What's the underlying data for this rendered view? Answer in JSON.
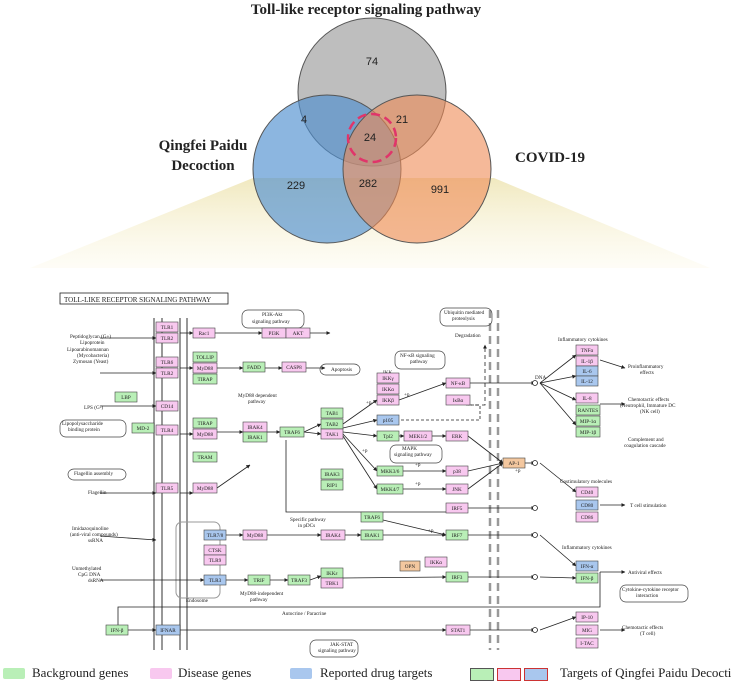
{
  "venn": {
    "title": "Toll-like receptor signaling pathway",
    "set_left": "Qingfei Paidu Decoction",
    "set_left_line1": "Qingfei Paidu",
    "set_left_line2": "Decoction",
    "set_right": "COVID-19",
    "set_top": "Toll-like receptor signaling pathway",
    "regions": {
      "top_only": "74",
      "left_only": "229",
      "right_only": "991",
      "top_left": "4",
      "top_right": "21",
      "left_right": "282",
      "all_three": "24"
    },
    "colors": {
      "top": "#a8a8a8",
      "left": "#4f8fcf",
      "right": "#ef8a55",
      "highlight": "#e0356a"
    }
  },
  "pathway": {
    "title": "TOLL-LIKE RECEPTOR SIGNALING PATHWAY",
    "texts": {
      "pg": "Peptidoglycan (G+)",
      "lipo": "Lipoprotein",
      "lam": "Lipoarabinomannan",
      "myco": "(Mycobacteria)",
      "zym": "Zymosan (Yeast)",
      "lps": "LPS (G-)",
      "lipo_bind": "Lipopolysaccharide",
      "lipo_bind2": "binding protein",
      "flag_asm": "Flagellin assembly",
      "flagellin": "Flagellin",
      "imid": "Imidazoquinoline",
      "antiviral": "(anti-viral compounds)",
      "ssrna": "ssRNA",
      "unmeth": "Unmethylated",
      "cpg": "CpG DNA",
      "dsrna": "dsRNA",
      "endosome": "Endosome",
      "pi3k_path": "PI3K-Akt",
      "pi3k_path2": "signaling pathway",
      "apoptosis": "Apoptosis",
      "myd_dep": "MyD88 dependent",
      "myd_dep2": "pathway",
      "nfkb_path": "NF-κB signaling",
      "nfkb_path2": "pathway",
      "mapk_path": "MAPK",
      "mapk_path2": "signaling pathway",
      "ubq": "Ubiquitin mediated",
      "ubq2": "proteolysis",
      "degradation": "Degradation",
      "dna": "DNA",
      "specific": "Specific pathway",
      "specific2": "in pDCs",
      "myd_indep": "MyD88-independent",
      "myd_indep2": "pathway",
      "auto": "Autocrine / Paracrine",
      "jak": "JAK-STAT",
      "jak2": "signaling pathway",
      "infl1": "Inflammatory cytokines",
      "proinfl": "Proinflammatory",
      "proinfl2": "effects",
      "chemo": "Chemotactic effects",
      "chemo2": "(Neutrophil, Immature DC",
      "chemo3": "(NK cell)",
      "compl": "Complement and",
      "compl2": "coagulation cascade",
      "costim": "Costimulatory molecules",
      "tcell": "T cell stimulation",
      "infl2": "Inflammatory cytokines",
      "antiviral_eff": "Antiviral effects",
      "cyto_rec": "Cytokine-cytokine receptor",
      "cyto_rec2": "interaction",
      "chemo_t": "Chemotactic effects",
      "chemo_t2": "(T cell)",
      "ikk": "IKK",
      "plus_p": "+p"
    },
    "nodes": [
      {
        "id": "tlr1",
        "t": "TLR1",
        "c": "pink"
      },
      {
        "id": "tlr2a",
        "t": "TLR2",
        "c": "pink"
      },
      {
        "id": "tlr6",
        "t": "TLR6",
        "c": "pink"
      },
      {
        "id": "tlr2b",
        "t": "TLR2",
        "c": "pink"
      },
      {
        "id": "lbp",
        "t": "LBP",
        "c": "green"
      },
      {
        "id": "cd14",
        "t": "CD14",
        "c": "pink"
      },
      {
        "id": "md2",
        "t": "MD-2",
        "c": "green"
      },
      {
        "id": "tlr4",
        "t": "TLR4",
        "c": "pink"
      },
      {
        "id": "tlr5",
        "t": "TLR5",
        "c": "pink"
      },
      {
        "id": "rac1",
        "t": "Rac1",
        "c": "pink"
      },
      {
        "id": "pi3k",
        "t": "PI3K",
        "c": "pink"
      },
      {
        "id": "akt",
        "t": "AKT",
        "c": "pink"
      },
      {
        "id": "tollip",
        "t": "TOLLIP",
        "c": "green"
      },
      {
        "id": "myd88a",
        "t": "MyD88",
        "c": "pink"
      },
      {
        "id": "tirap1",
        "t": "TIRAP",
        "c": "green"
      },
      {
        "id": "fadd",
        "t": "FADD",
        "c": "green"
      },
      {
        "id": "casp8",
        "t": "CASP8",
        "c": "pink"
      },
      {
        "id": "tirap2",
        "t": "TIRAP",
        "c": "green"
      },
      {
        "id": "myd88b",
        "t": "MyD88",
        "c": "pink"
      },
      {
        "id": "tram",
        "t": "TRAM",
        "c": "green"
      },
      {
        "id": "myd88c",
        "t": "MyD88",
        "c": "pink"
      },
      {
        "id": "irak4",
        "t": "IRAK4",
        "c": "pink"
      },
      {
        "id": "irak1",
        "t": "IRAK1",
        "c": "green"
      },
      {
        "id": "traf6a",
        "t": "TRAF6",
        "c": "green"
      },
      {
        "id": "tab1",
        "t": "TAB1",
        "c": "green"
      },
      {
        "id": "tab2",
        "t": "TAB2",
        "c": "green"
      },
      {
        "id": "tak1",
        "t": "TAK1",
        "c": "pink"
      },
      {
        "id": "ikkg",
        "t": "IKKγ",
        "c": "pink"
      },
      {
        "id": "ikka",
        "t": "IKKα",
        "c": "pink"
      },
      {
        "id": "ikkb",
        "t": "IKKβ",
        "c": "pink"
      },
      {
        "id": "nfkb",
        "t": "NF-κB",
        "c": "pink"
      },
      {
        "id": "ikba",
        "t": "IκBα",
        "c": "pink"
      },
      {
        "id": "p105",
        "t": "p105",
        "c": "blue"
      },
      {
        "id": "tpl2",
        "t": "Tpl2",
        "c": "green"
      },
      {
        "id": "mek12",
        "t": "MEK1/2",
        "c": "pink"
      },
      {
        "id": "erk",
        "t": "ERK",
        "c": "pink"
      },
      {
        "id": "mkk36",
        "t": "MKK3/6",
        "c": "green"
      },
      {
        "id": "p38",
        "t": "p38",
        "c": "pink"
      },
      {
        "id": "mkk47",
        "t": "MKK4/7",
        "c": "green"
      },
      {
        "id": "jnk",
        "t": "JNK",
        "c": "pink"
      },
      {
        "id": "ap1",
        "t": "AP-1",
        "c": "orange"
      },
      {
        "id": "irak3",
        "t": "IRAK3",
        "c": "green"
      },
      {
        "id": "rip1",
        "t": "RIP1",
        "c": "green"
      },
      {
        "id": "irf5",
        "t": "IRF5",
        "c": "pink"
      },
      {
        "id": "tlr78",
        "t": "TLR7/8",
        "c": "blue"
      },
      {
        "id": "ctsk",
        "t": "CTSK",
        "c": "pink"
      },
      {
        "id": "tlr9",
        "t": "TLR9",
        "c": "pink"
      },
      {
        "id": "tlr3",
        "t": "TLR3",
        "c": "blue"
      },
      {
        "id": "myd88d",
        "t": "MyD88",
        "c": "pink"
      },
      {
        "id": "irak4b",
        "t": "IRAK4",
        "c": "pink"
      },
      {
        "id": "irak1b",
        "t": "IRAK1",
        "c": "green"
      },
      {
        "id": "traf6b",
        "t": "TRAF6",
        "c": "green"
      },
      {
        "id": "irf7",
        "t": "IRF7",
        "c": "green"
      },
      {
        "id": "opn",
        "t": "OPN",
        "c": "orange"
      },
      {
        "id": "ikkab",
        "t": "IKKα",
        "c": "pink"
      },
      {
        "id": "trif",
        "t": "TRIF",
        "c": "green"
      },
      {
        "id": "traf3",
        "t": "TRAF3",
        "c": "green"
      },
      {
        "id": "ikke",
        "t": "IKKε",
        "c": "green"
      },
      {
        "id": "tbk1",
        "t": "TBK1",
        "c": "pink"
      },
      {
        "id": "irf3",
        "t": "IRF3",
        "c": "green"
      },
      {
        "id": "ifnb",
        "t": "IFN-β",
        "c": "green"
      },
      {
        "id": "ifnar",
        "t": "IFNAR",
        "c": "blue"
      },
      {
        "id": "stat1",
        "t": "STAT1",
        "c": "pink"
      },
      {
        "id": "tnfa",
        "t": "TNFα",
        "c": "pink"
      },
      {
        "id": "il1b",
        "t": "IL-1β",
        "c": "pink"
      },
      {
        "id": "il6",
        "t": "IL-6",
        "c": "blue"
      },
      {
        "id": "il12",
        "t": "IL-12",
        "c": "blue"
      },
      {
        "id": "il8",
        "t": "IL-8",
        "c": "pink"
      },
      {
        "id": "rantes",
        "t": "RANTES",
        "c": "green"
      },
      {
        "id": "mip1a",
        "t": "MIP-1α",
        "c": "green"
      },
      {
        "id": "mip1b",
        "t": "MIP-1β",
        "c": "green"
      },
      {
        "id": "cd40",
        "t": "CD40",
        "c": "pink"
      },
      {
        "id": "cd80",
        "t": "CD80",
        "c": "blue"
      },
      {
        "id": "cd86",
        "t": "CD86",
        "c": "pink"
      },
      {
        "id": "ifna",
        "t": "IFN-α",
        "c": "blue"
      },
      {
        "id": "ifnb2",
        "t": "IFN-β",
        "c": "green"
      },
      {
        "id": "ip10",
        "t": "IP-10",
        "c": "pink"
      },
      {
        "id": "mig",
        "t": "MIG",
        "c": "pink"
      },
      {
        "id": "itac",
        "t": "I-TAC",
        "c": "pink"
      }
    ]
  },
  "legend": {
    "background": "Background genes",
    "disease": "Disease genes",
    "drug": "Reported drug targets",
    "targets": "Targets of Qingfei Paidu Decoction",
    "colors": {
      "green": "#b9efb7",
      "pink": "#f8c8ef",
      "blue": "#a9c7ee",
      "orange": "#f3c79f"
    }
  }
}
